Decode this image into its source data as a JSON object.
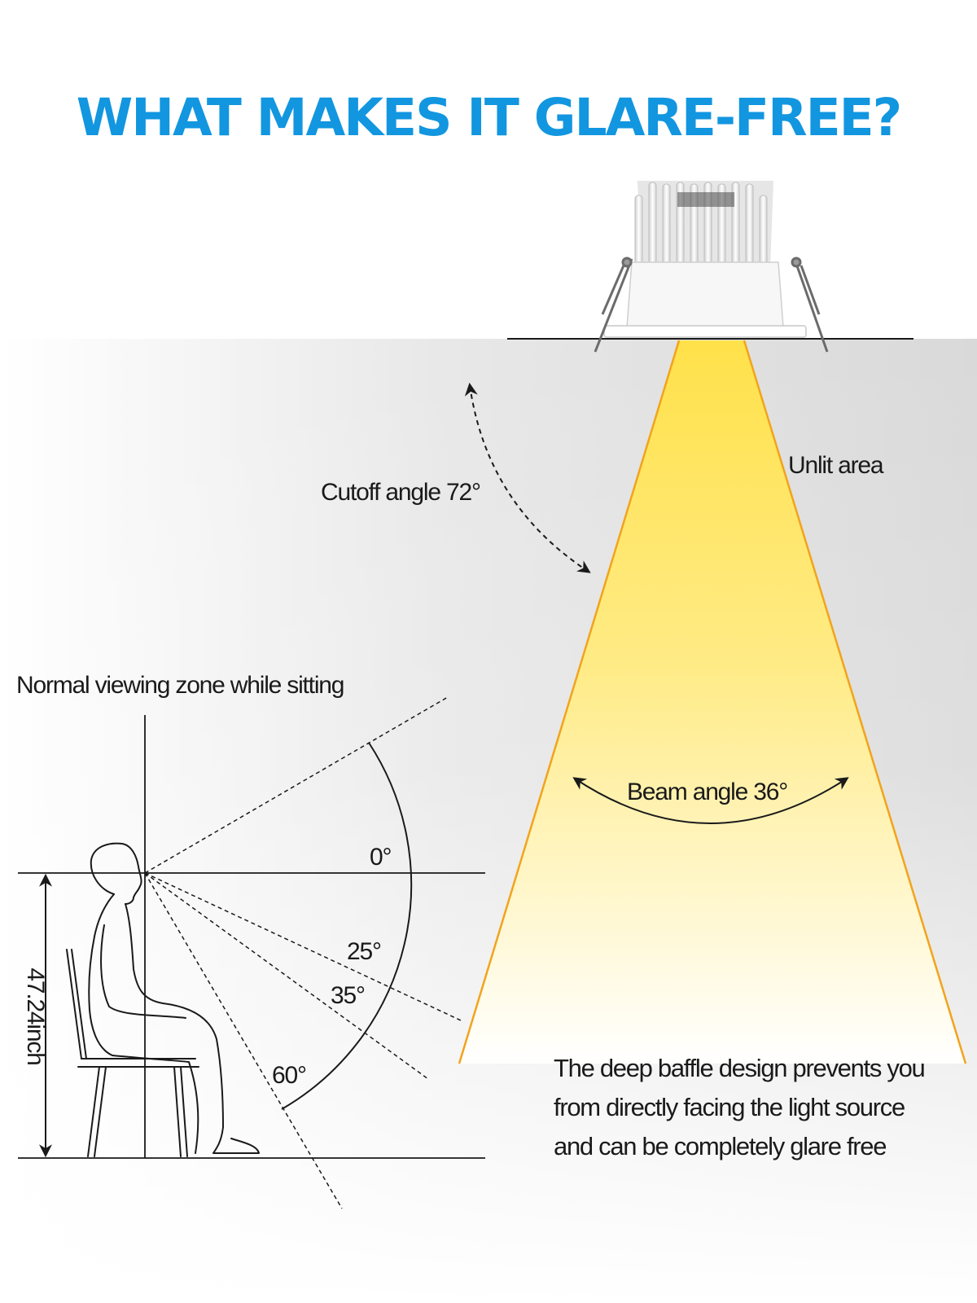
{
  "title": "WHAT MAKES IT GLARE-FREE?",
  "labels": {
    "cutoff_angle": "Cutoff angle 72°",
    "unlit_area": "Unlit area",
    "beam_angle": "Beam angle 36°",
    "viewing_zone": "Normal viewing zone while sitting",
    "angle_0": "0°",
    "angle_25": "25°",
    "angle_35": "35°",
    "angle_60": "60°",
    "height": "47.24inch"
  },
  "description": [
    "The deep baffle design prevents you",
    "from directly facing the light source",
    "and can be completely glare free"
  ],
  "colors": {
    "title": "#1296e0",
    "beam_edge": "#f2a31c",
    "beam_core": "#ffe14a",
    "ceiling_shade": "#d9d9d9",
    "ink": "#1a1a1a"
  }
}
